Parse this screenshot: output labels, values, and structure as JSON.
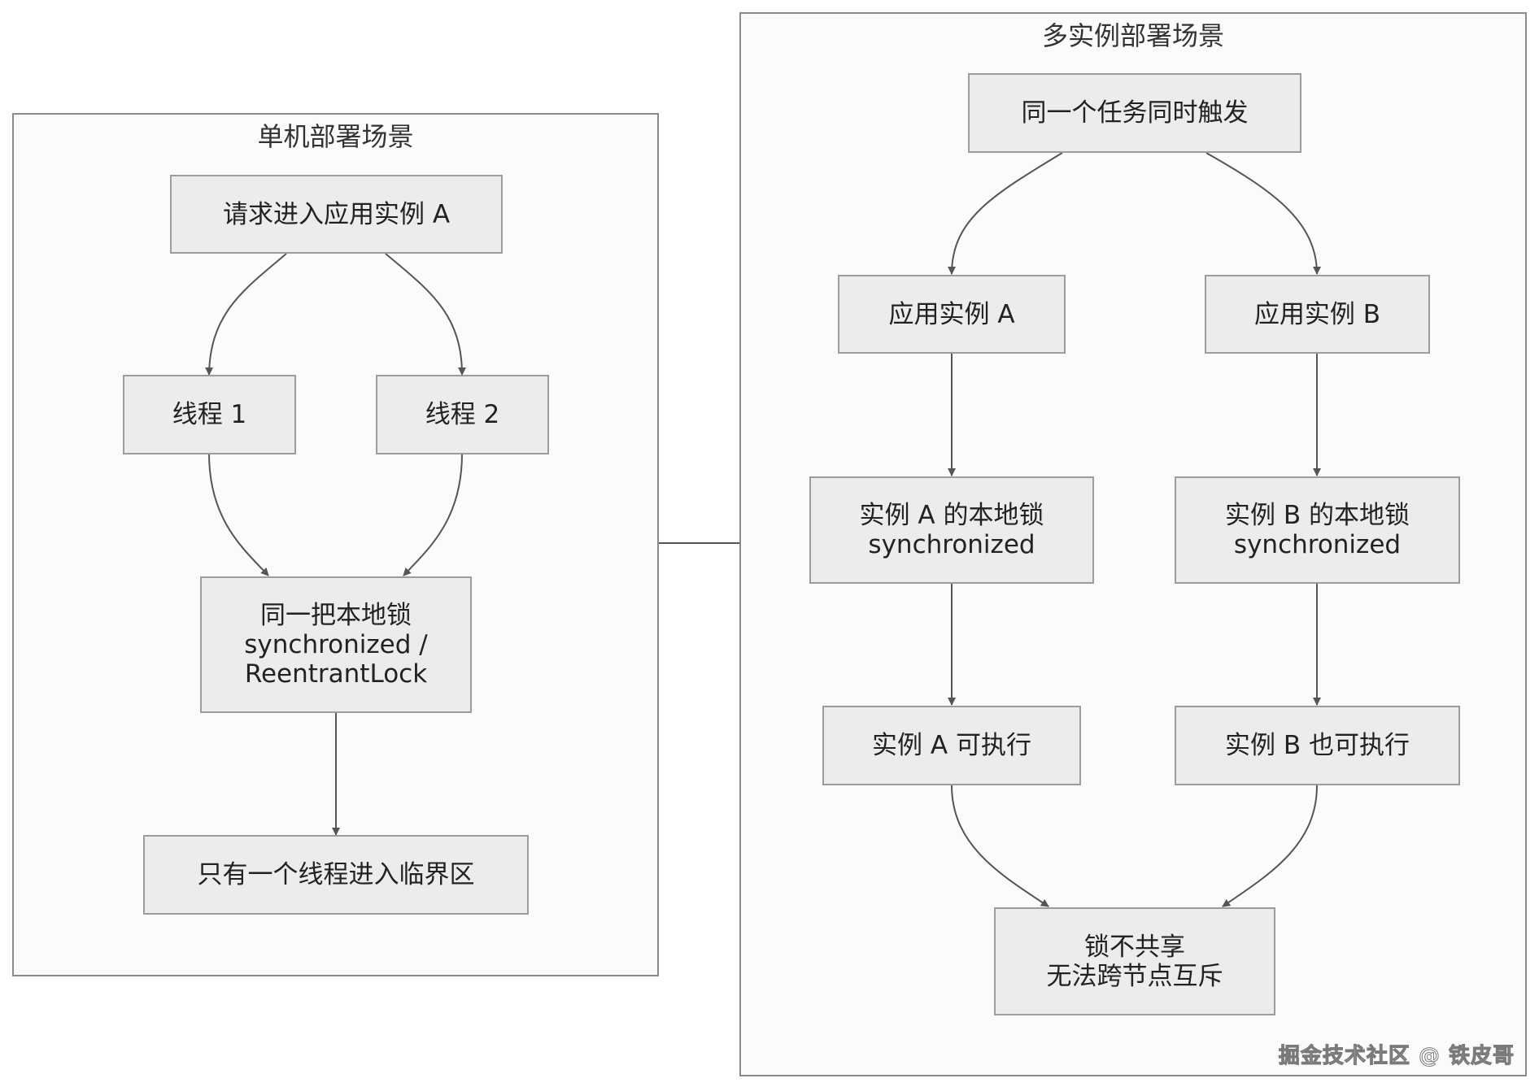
{
  "clusters": {
    "single": {
      "title": "单机部署场景"
    },
    "multi": {
      "title": "多实例部署场景"
    }
  },
  "nodes": {
    "request": {
      "lines": [
        "请求进入应用实例 A"
      ]
    },
    "thread1": {
      "lines": [
        "线程 1"
      ]
    },
    "thread2": {
      "lines": [
        "线程 2"
      ]
    },
    "shared_lock": {
      "lines": [
        "同一把本地锁",
        "synchronized /",
        "ReentrantLock"
      ]
    },
    "one_thread": {
      "lines": [
        "只有一个线程进入临界区"
      ]
    },
    "trigger": {
      "lines": [
        "同一个任务同时触发"
      ]
    },
    "app_a": {
      "lines": [
        "应用实例 A"
      ]
    },
    "app_b": {
      "lines": [
        "应用实例 B"
      ]
    },
    "lock_a": {
      "lines": [
        "实例 A 的本地锁",
        "synchronized"
      ]
    },
    "lock_b": {
      "lines": [
        "实例 B 的本地锁",
        "synchronized"
      ]
    },
    "exec_a": {
      "lines": [
        "实例 A 可执行"
      ]
    },
    "exec_b": {
      "lines": [
        "实例 B 也可执行"
      ]
    },
    "not_shared": {
      "lines": [
        "锁不共享",
        "无法跨节点互斥"
      ]
    }
  },
  "watermark": "掘金技术社区 @ 铁皮哥",
  "colors": {
    "node_fill": "#ececec",
    "node_border": "#9c9c9c",
    "cluster_fill": "#fbfbfb",
    "cluster_border": "#8a8a8a",
    "edge": "#555555"
  }
}
